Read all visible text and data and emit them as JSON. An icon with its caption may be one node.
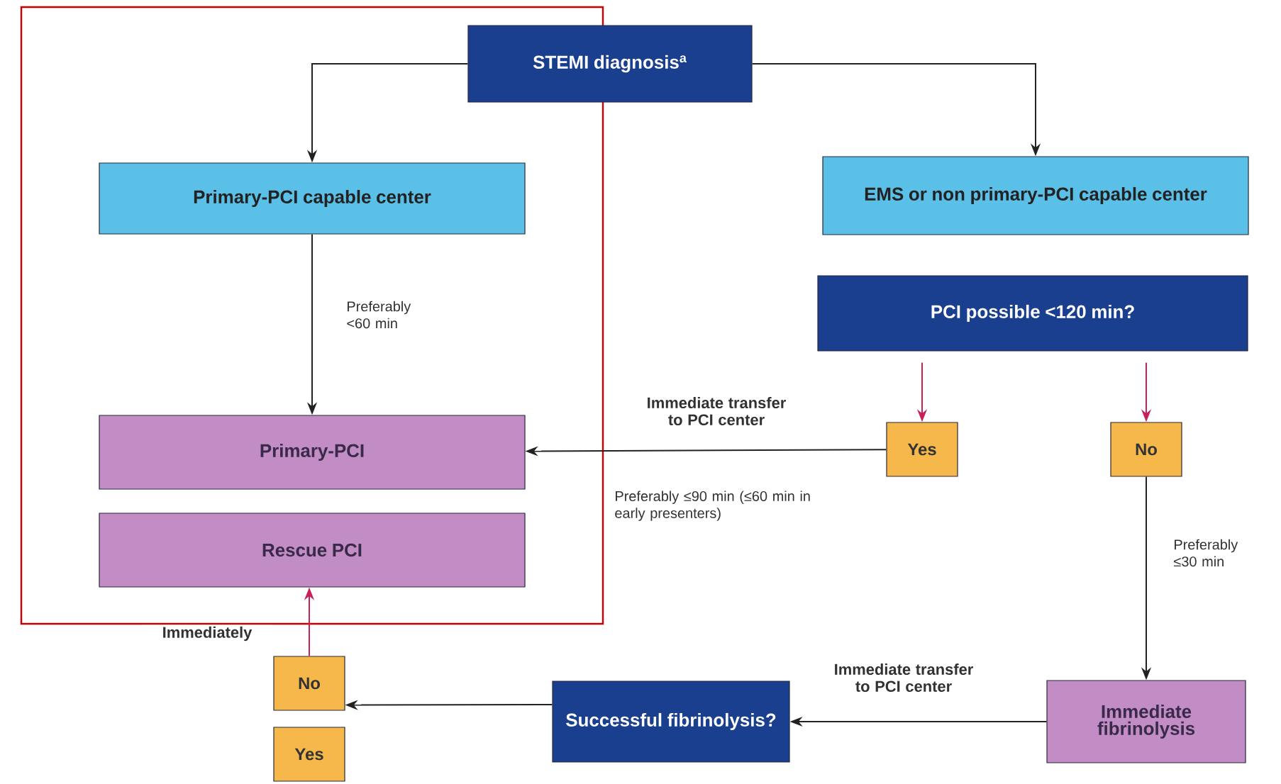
{
  "diagram": {
    "nodes": [
      {
        "text": [
          "STEMI diagnosis$^{a}$"
        ]
      },
      {
        "text": [
          "Primary-PCI capable center"
        ]
      },
      {
        "text": [
          "EMS or non primary-PCI capable center"
        ]
      },
      {
        "text": [
          "PCI possible <120 min?"
        ]
      },
      {
        "text": [
          "Primary-PCI"
        ]
      },
      {
        "text": [
          "Rescue PCI"
        ]
      },
      {
        "text": [
          "Yes"
        ]
      },
      {
        "text": [
          "No"
        ]
      },
      {
        "text": [
          "No"
        ]
      },
      {
        "text": [
          "Yes"
        ]
      },
      {
        "text": [
          "Successful fibrinolysis?"
        ]
      },
      {
        "text": [
          "Immediate fibrinolysis"
        ]
      }
    ],
    "edges": [
      {
        "from": 0,
        "to": 1,
        "arrow": "to"
      },
      {
        "from": 0,
        "to": 2,
        "arrow": "to"
      },
      {
        "from": 1,
        "to": 4,
        "arrow": "to",
        "label": "Preferably <60 min"
      },
      {
        "from": 3,
        "to": 6,
        "arrow": "to",
        "color": "#c8205a"
      },
      {
        "from": 3,
        "to": 7,
        "arrow": "to",
        "color": "#c8205a"
      },
      {
        "from": 6,
        "to": 4,
        "arrow": "to",
        "label": "Immediate transfer to PCI center"
      },
      {
        "from": 7,
        "to": 11,
        "arrow": "to",
        "label": "Preferably ≤30 min"
      },
      {
        "from": 11,
        "to": 10,
        "arrow": "to",
        "label": "Immediate transfer to PCI center"
      },
      {
        "from": 10,
        "to": 8,
        "arrow": "to"
      },
      {
        "from": 8,
        "to": 5,
        "arrow": "to",
        "color": "#c8205a",
        "label": "Immediately"
      }
    ],
    "labels": [
      "Preferably ≤90 min (≤60 min in early presenters)"
    ]
  }
}
